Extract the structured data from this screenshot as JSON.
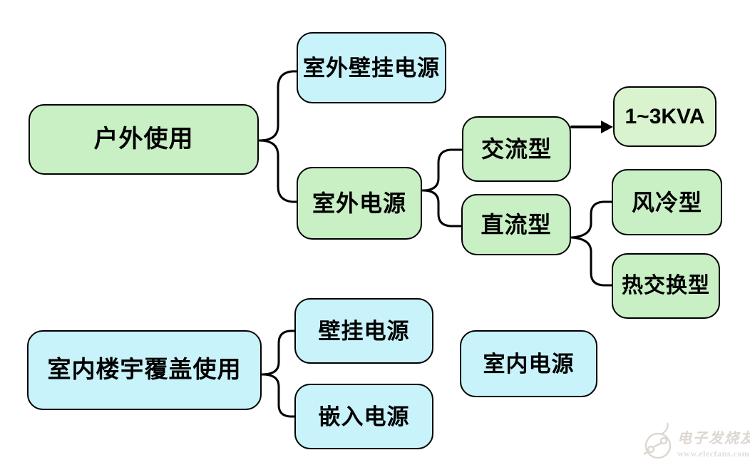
{
  "diagram": {
    "type": "tree-diagram",
    "topic": "power supply classification by usage scenario",
    "nodes": {
      "outdoor_use": {
        "label": "户外使用",
        "fill": "#c9efc5"
      },
      "outdoor_wall": {
        "label": "室外壁挂电源",
        "fill": "#c9f3fa"
      },
      "outdoor_power": {
        "label": "室外电源",
        "fill": "#c9efc5"
      },
      "ac_type": {
        "label": "交流型",
        "fill": "#c9efc5"
      },
      "kva": {
        "label": "1~3KVA",
        "fill": "#d9f3cf"
      },
      "dc_type": {
        "label": "直流型",
        "fill": "#c9efc5"
      },
      "air_cooled": {
        "label": "风冷型",
        "fill": "#c9efc5"
      },
      "heat_exchange": {
        "label": "热交换型",
        "fill": "#c9efc5"
      },
      "indoor_building": {
        "label": "室内楼宇覆盖使用",
        "fill": "#c9f3fa"
      },
      "wall_power": {
        "label": "壁挂电源",
        "fill": "#c9f3fa"
      },
      "embedded_power": {
        "label": "嵌入电源",
        "fill": "#c9f3fa"
      },
      "indoor_power": {
        "label": "室内电源",
        "fill": "#c9f3fa"
      }
    },
    "edges": [
      {
        "from": "outdoor_use",
        "to": "outdoor_wall",
        "style": "brace"
      },
      {
        "from": "outdoor_use",
        "to": "outdoor_power",
        "style": "brace"
      },
      {
        "from": "outdoor_power",
        "to": "ac_type",
        "style": "brace"
      },
      {
        "from": "outdoor_power",
        "to": "dc_type",
        "style": "brace"
      },
      {
        "from": "ac_type",
        "to": "kva",
        "style": "arrow"
      },
      {
        "from": "dc_type",
        "to": "air_cooled",
        "style": "brace"
      },
      {
        "from": "dc_type",
        "to": "heat_exchange",
        "style": "brace"
      },
      {
        "from": "indoor_building",
        "to": "wall_power",
        "style": "brace"
      },
      {
        "from": "indoor_building",
        "to": "embedded_power",
        "style": "brace"
      }
    ],
    "colors": {
      "border": "#000000",
      "connector": "#000000",
      "green_fill": "#c9efc5",
      "green_light_fill": "#d9f3cf",
      "blue_fill": "#c9f3fa",
      "background": "#ffffff",
      "watermark": "#dcd7d0"
    }
  },
  "watermark": {
    "brand": "电子发烧友",
    "url": "www.elecfans.com"
  }
}
